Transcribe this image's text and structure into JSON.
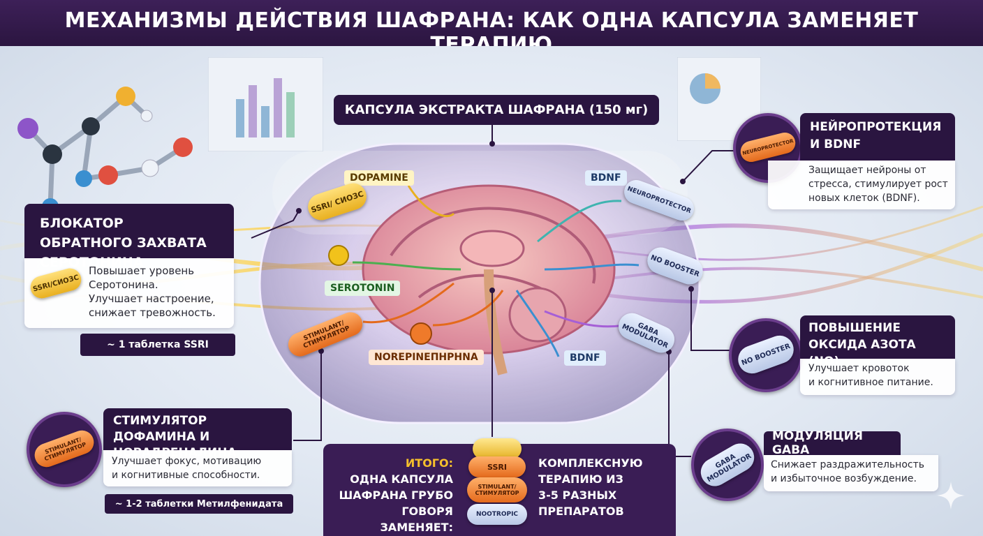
{
  "title": "МЕХАНИЗМЫ ДЕЙСТВИЯ ШАФРАНА: КАК ОДНА КАПСУЛА ЗАМЕНЯЕТ ТЕРАПИЮ",
  "capsule_label": "КАПСУЛА ЭКСТРАКТА ШАФРАНА (150 мг)",
  "brain_labels": {
    "dopamine": "DOPAMINE",
    "bdnf_top": "BDNF",
    "serotonin": "SEROTONIN",
    "norepinephrine": "NOREPINEПHPHNA",
    "bdnf_bottom": "BDNF"
  },
  "capsule_pills": {
    "ssri": "SSRI/ СИОЗС",
    "stimulant": "STIMULANT/ СТИМУЛЯТОР",
    "neuroprotector": "NEUROPROTECTOR",
    "no_booster": "NO BOOSTER",
    "gaba": "GABA MODULATOR"
  },
  "ssri_card": {
    "title": "БЛОКАТОР ОБРАТНОГО ЗАХВАТА СЕРОТОНИНА",
    "pill": "SSRI/СИОЗС",
    "description_lines": [
      "Повышает уровень",
      "Серотонина.",
      "Улучшает настроение,",
      "снижает тревожность."
    ],
    "equivalent": "~ 1 таблетка SSRI"
  },
  "stimulant_card": {
    "title": "СТИМУЛЯТОР ДОФАМИНА И НОРАДРЕНАЛИНА",
    "pill": "STIMULANT/ СТИМУЛЯТОР",
    "description_lines": [
      "Улучшает фокус, мотивацию",
      "и когнитивные способности."
    ],
    "equivalent": "~ 1-2 таблетки Метилфенидата"
  },
  "neuro_card": {
    "title": "НЕЙРОПРОТЕКЦИЯ И BDNF",
    "pill": "NEUROPROTECTOR",
    "description_lines": [
      "Защищает нейроны от",
      "стресса, стимулирует рост",
      "новых клеток (BDNF)."
    ]
  },
  "no_card": {
    "title": "ПОВЫШЕНИЕ ОКСИДА АЗОТА (NO)",
    "pill": "NO BOOSTER",
    "description_lines": [
      "Улучшает кровоток",
      "и когнитивное питание."
    ]
  },
  "gaba_card": {
    "title": "МОДУЛЯЦИЯ GABA",
    "pill": "GABA MODULATOR",
    "description_lines": [
      "Снижает раздражительность",
      "и избыточное возбуждение."
    ]
  },
  "summary": {
    "label": "ИТОГО:",
    "left_lines": [
      "ОДНА КАПСУЛА",
      "ШАФРАНА ГРУБО",
      "ГОВОРЯ ЗАМЕНЯЕТ:"
    ],
    "right_lines": [
      "КОМПЛЕКСНУЮ",
      "ТЕРАПИЮ ИЗ",
      "3-5 РАЗНЫХ",
      "ПРЕПАРАТОВ"
    ],
    "stack": [
      "SSRI",
      "STIMULANT/ СТИМУЛЯТОР",
      "NOOTROPIC"
    ]
  },
  "colors": {
    "header": "#2b1540",
    "accent_purple": "#3a1d55",
    "serotonin_yellow": "#e9b020",
    "stimulant_orange": "#e46a1c",
    "bdnf_blue": "#3a8fd0",
    "serotonin_green": "#4caf50"
  },
  "icons": [
    "molecule-icon",
    "brain-icon",
    "sparkle-icon"
  ]
}
